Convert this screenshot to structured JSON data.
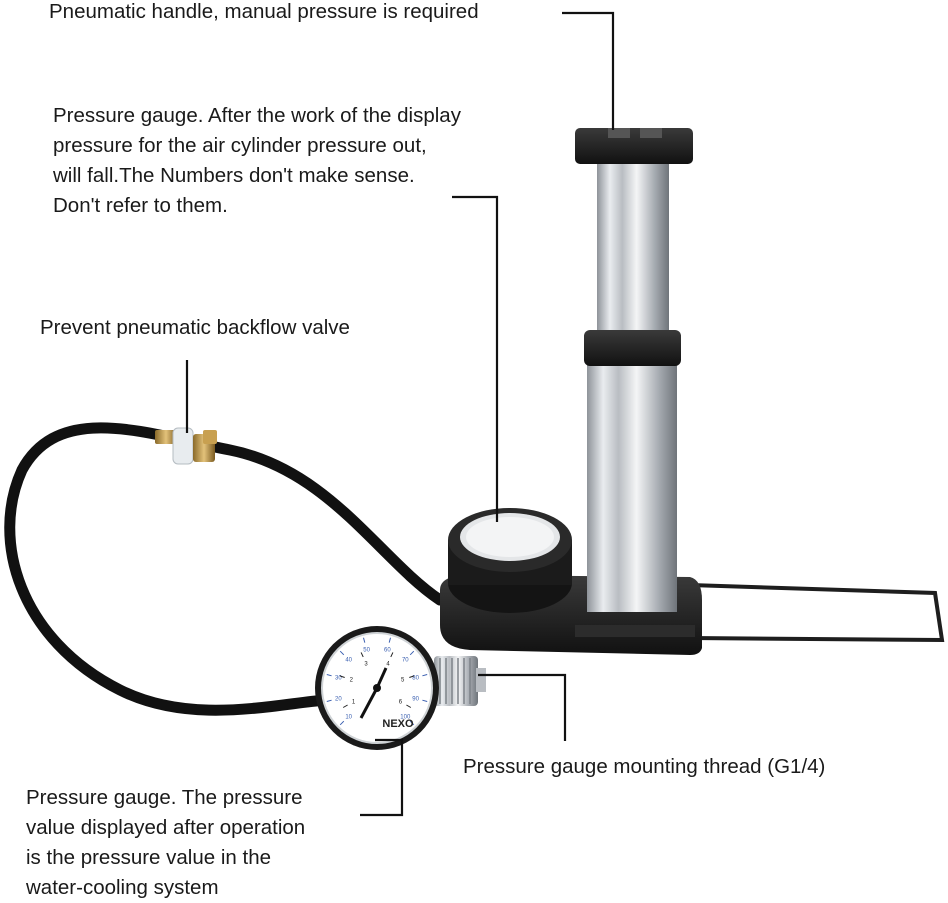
{
  "annotations": {
    "handle": "Pneumatic handle, manual pressure is required",
    "gauge_top": [
      "Pressure gauge. After the work of the display",
      "pressure for the air cylinder pressure out,",
      "will fall.The Numbers don't make sense.",
      "Don't refer to them."
    ],
    "backflow_valve": "Prevent pneumatic backflow valve",
    "mounting_thread": "Pressure gauge mounting thread (G1/4)",
    "gauge_bottom": [
      "Pressure gauge. The pressure",
      "value displayed after operation",
      "is the pressure value in the",
      "water-cooling system"
    ]
  },
  "gauge_dial": {
    "brand": "NEXO",
    "psi_ticks": [
      "10",
      "20",
      "30",
      "40",
      "50",
      "60",
      "70",
      "80",
      "90",
      "100"
    ],
    "bar_ticks": [
      "1",
      "2",
      "3",
      "4",
      "5",
      "6"
    ]
  },
  "colors": {
    "text": "#1a1a1a",
    "leader_line": "#111111",
    "pump_body": "#1f1f1f",
    "chrome": "#c9ccd0",
    "gauge_scale": "#3a5fb0"
  }
}
